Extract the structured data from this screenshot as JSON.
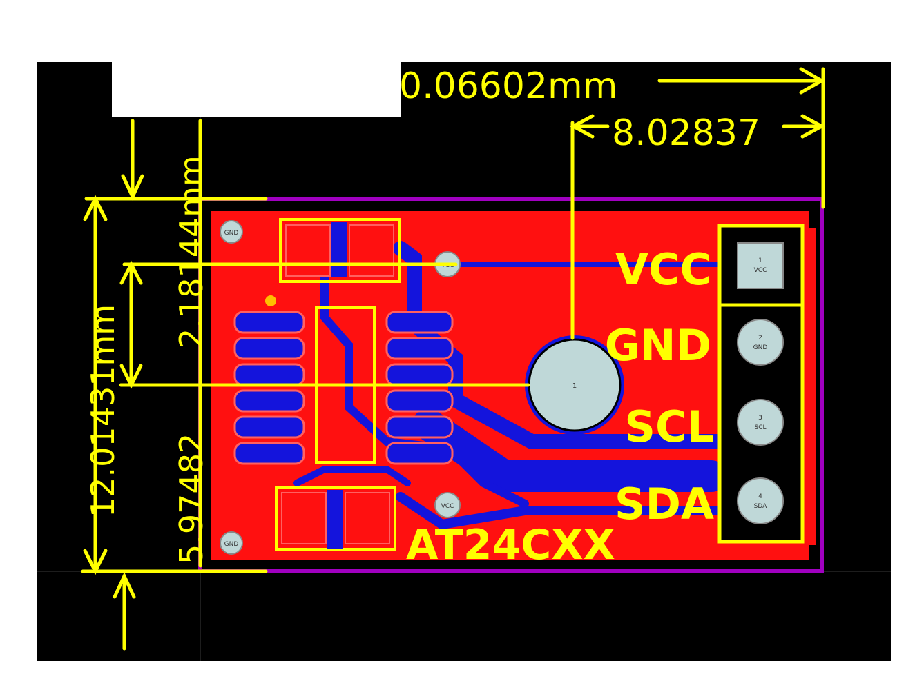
{
  "dimensions": {
    "width_partial": "0.06602mm",
    "hole_offset": "8.02837",
    "height": "12.01431mm",
    "top_gap": "2.18144mm",
    "hole_y": "5.97482"
  },
  "board": {
    "silkscreen_title": "AT24CXX",
    "pins": [
      {
        "net": "VCC",
        "num": "1",
        "pad_label": "VCC"
      },
      {
        "net": "GND",
        "num": "2",
        "pad_label": "GND"
      },
      {
        "net": "SCL",
        "num": "3",
        "pad_label": "SCL"
      },
      {
        "net": "SDA",
        "num": "4",
        "pad_label": "SDA"
      }
    ],
    "vias": {
      "gnd_top": "GND",
      "gnd_bottom": "GND",
      "vcc_top": "VCC",
      "vcc_bottom": "VCC"
    },
    "mount_hole_label": "1"
  },
  "colors": {
    "background": "#000000",
    "copper_top": "#ff1010",
    "copper_bottom": "#1010e6",
    "dimension": "#ffff00",
    "outline": "#a000c0",
    "pad": "#bfd8d8"
  }
}
